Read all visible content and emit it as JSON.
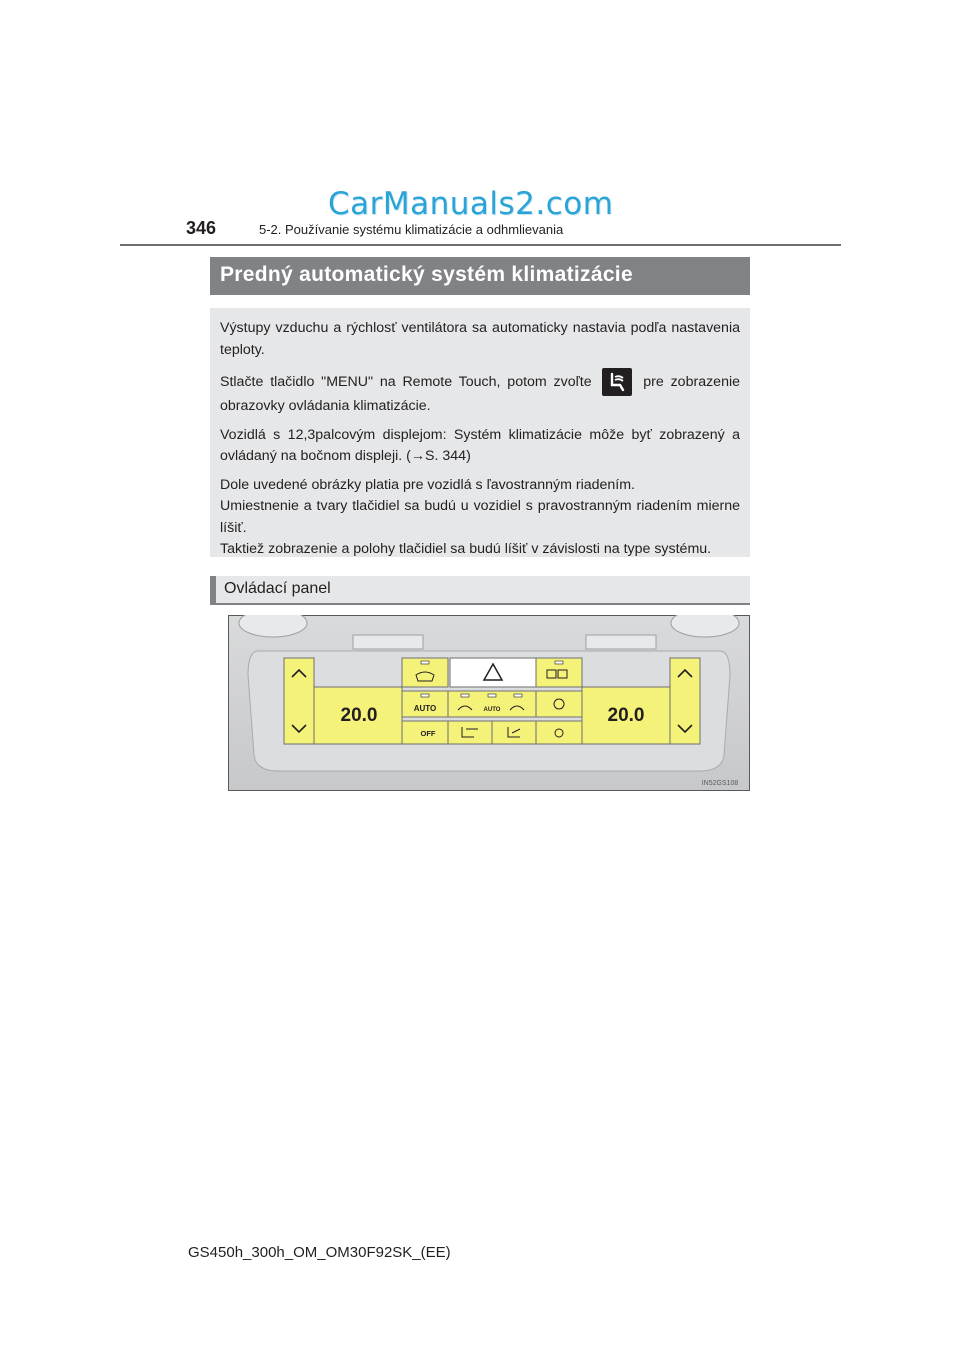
{
  "watermark": "CarManuals2.com",
  "header": {
    "page_number": "346",
    "running_head": "5-2. Používanie systému klimatizácie a odhmlievania"
  },
  "section_title": "Predný automatický systém klimatizácie",
  "intro": {
    "p1": "Výstupy vzduchu a rýchlosť ventilátora sa automaticky nastavia podľa nastavenia teploty.",
    "p2_before": "Stlačte tlačidlo \"MENU\" na Remote Touch, potom zvoľte",
    "p2_after": "pre zobrazenie obrazovky ovládania klimatizácie.",
    "p3_before": "Vozidlá s 12,3palcovým displejom: Systém klimatizácie môže byť zobrazený a ovládaný na bočnom displeji. (",
    "p3_arrow": "→",
    "p3_ref": "S. 344)",
    "p4": "Dole uvedené obrázky platia pre vozidlá s ľavostranným riadením.",
    "p5": "Umiestnenie a tvary tlačidiel sa budú u vozidiel s pravostranným riadením mierne líšiť.",
    "p6": "Taktiež zobrazenie a polohy tlačidiel sa budú líšiť v závislosti na type systému."
  },
  "subsection_title": "Ovládací panel",
  "panel": {
    "left_temp": "20.0",
    "right_temp": "20.0",
    "auto_label": "AUTO",
    "auto_small_label": "AUTO",
    "fan_off_label": "OFF",
    "image_code": "IN52GS108",
    "highlight_color": "#f5f27a"
  },
  "footer": "GS450h_300h_OM_OM30F92SK_(EE)"
}
